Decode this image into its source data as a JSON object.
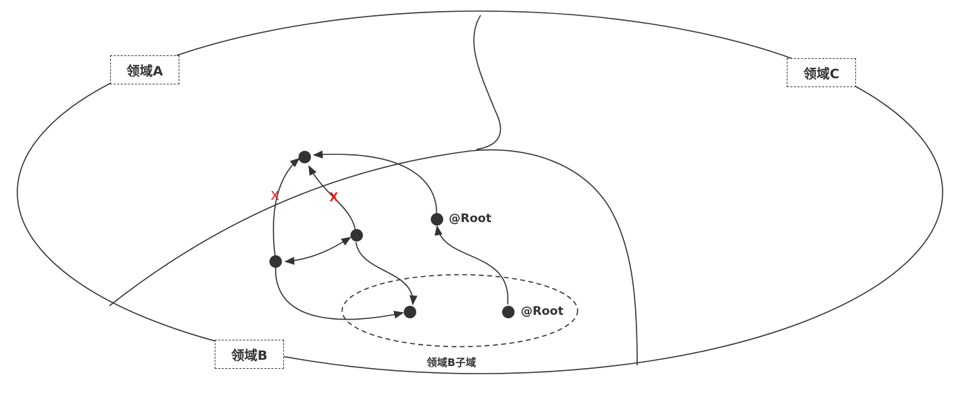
{
  "regions": {
    "a": {
      "label": "领域A"
    },
    "b": {
      "label": "领域B"
    },
    "c": {
      "label": "领域C"
    }
  },
  "subdomain": {
    "label": "领域B子域"
  },
  "roots": {
    "upper": "@Root",
    "lower": "@Root"
  },
  "blocked": {
    "left": "X",
    "right": "X"
  },
  "colors": {
    "stroke": "#333333",
    "node": "#333333",
    "blocked": "#ff0000"
  }
}
